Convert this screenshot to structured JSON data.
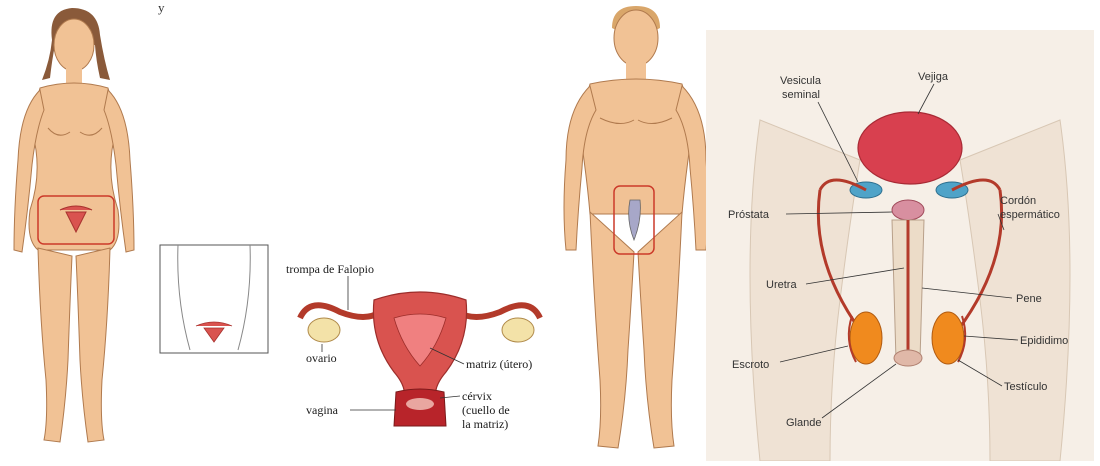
{
  "top_fragment": "y",
  "female_labels": {
    "fallopian": "trompa de Falopio",
    "ovary": "ovario",
    "uterus": "matriz (útero)",
    "vagina": "vagina",
    "cervix_line1": "cérvix",
    "cervix_line2": "(cuello de",
    "cervix_line3": "la matriz)"
  },
  "male_labels": {
    "seminal_line1": "Vesicula",
    "seminal_line2": "seminal",
    "bladder": "Vejiga",
    "prostate": "Próstata",
    "cord_line1": "Cordón",
    "cord_line2": "espermático",
    "urethra": "Uretra",
    "penis": "Pene",
    "epididymis": "Epididimo",
    "scrotum": "Escroto",
    "testicle": "Testículo",
    "glans": "Glande"
  },
  "colors": {
    "skin": "#f1c295",
    "skin_shadow": "#dba678",
    "hair_female": "#8a5a3a",
    "hair_male": "#d9a66a",
    "highlight_box": "#cc3a2a",
    "uterus": "#d9534f",
    "bladder": "#d8404f",
    "prostate": "#4fa3c8",
    "testis": "#f08a1e",
    "duct": "#b33a2a",
    "thigh_bg": "#f3ece4"
  }
}
